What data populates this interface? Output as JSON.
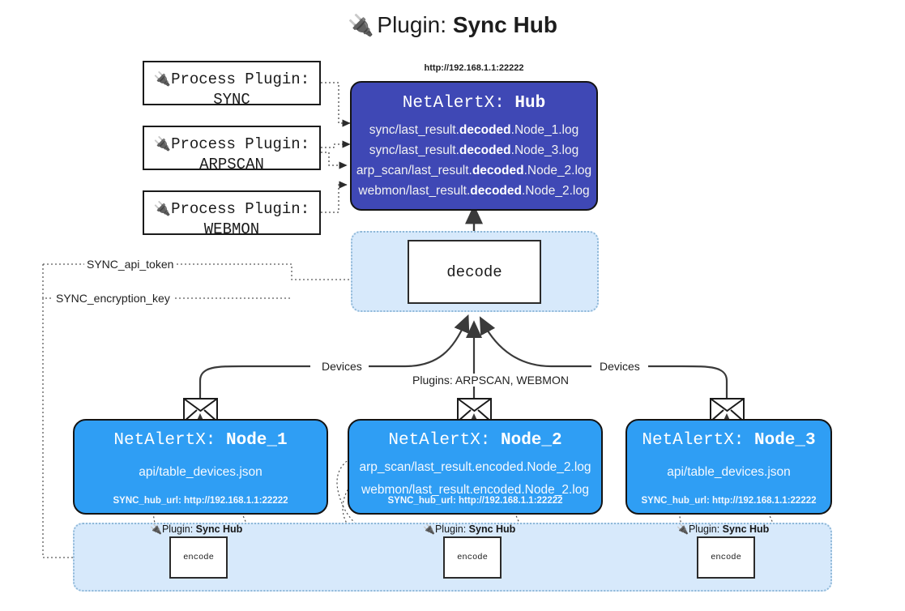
{
  "title": {
    "icon": "electric-plug-icon",
    "glyph": "🔌",
    "prefix": "Plugin: ",
    "name": "Sync Hub"
  },
  "process_plugins": [
    {
      "glyph": "🔌",
      "line1": "Process Plugin:",
      "line2": "SYNC"
    },
    {
      "glyph": "🔌",
      "line1": "Process Plugin:",
      "line2": "ARPSCAN"
    },
    {
      "glyph": "🔌",
      "line1": "Process Plugin:",
      "line2": "WEBMON"
    }
  ],
  "hub": {
    "url": "http://192.168.1.1:22222",
    "title_prefix": "NetAlertX: ",
    "title_name": "Hub",
    "fill": "#3f48b5",
    "logs": [
      {
        "pre": "sync/last_result.",
        "mid": "decoded",
        "post": ".Node_1.log"
      },
      {
        "pre": "sync/last_result.",
        "mid": "decoded",
        "post": ".Node_3.log"
      },
      {
        "pre": "arp_scan/last_result.",
        "mid": "decoded",
        "post": ".Node_2.log"
      },
      {
        "pre": "webmon/last_result.",
        "mid": "decoded",
        "post": ".Node_2.log"
      }
    ]
  },
  "decode": {
    "label": "decode",
    "container_fill": "#d7e9fb"
  },
  "keys": {
    "api_token": "SYNC_api_token",
    "encryption_key": "SYNC_encryption_key"
  },
  "edge_labels": {
    "devices_left": "Devices",
    "devices_right": "Devices",
    "plugins_center": "Plugins: ARPSCAN, WEBMON"
  },
  "nodes": [
    {
      "title_prefix": "NetAlertX: ",
      "title_name": "Node_1",
      "lines": [
        "api/table_devices.json"
      ],
      "footer": "SYNC_hub_url: http://192.168.1.1:22222",
      "fill": "#2f9ef4"
    },
    {
      "title_prefix": "NetAlertX: ",
      "title_name": "Node_2",
      "lines": [
        "arp_scan/last_result.encoded.Node_2.log",
        "webmon/last_result.encoded.Node_2.log"
      ],
      "footer": "SYNC_hub_url: http://192.168.1.1:22222",
      "fill": "#2f9ef4"
    },
    {
      "title_prefix": "NetAlertX: ",
      "title_name": "Node_3",
      "lines": [
        "api/table_devices.json"
      ],
      "footer": "SYNC_hub_url: http://192.168.1.1:22222",
      "fill": "#2f9ef4"
    }
  ],
  "plugin_band": {
    "fill": "#d7e9fb",
    "items": [
      {
        "glyph": "🔌",
        "label_prefix": "Plugin: ",
        "label_name": "Sync Hub",
        "box": "encode"
      },
      {
        "glyph": "🔌",
        "label_prefix": "Plugin: ",
        "label_name": "Sync Hub",
        "box": "encode"
      },
      {
        "glyph": "🔌",
        "label_prefix": "Plugin: ",
        "label_name": "Sync Hub",
        "box": "encode"
      }
    ]
  }
}
